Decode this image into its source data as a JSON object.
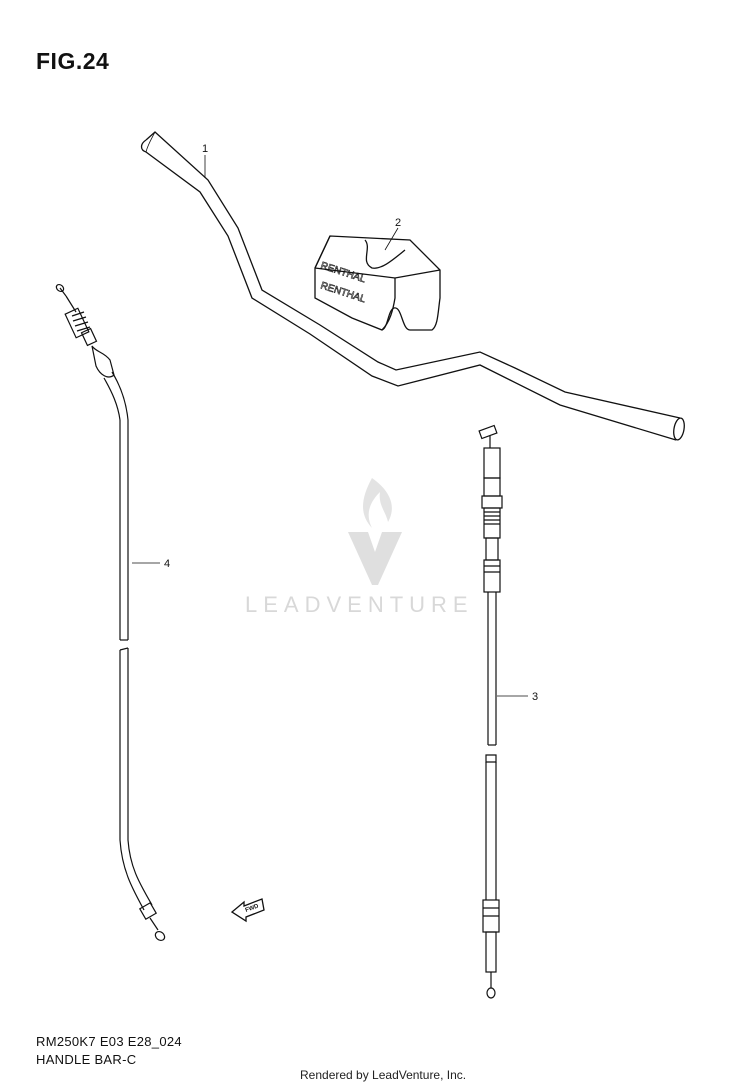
{
  "figure": {
    "title": "FIG.24"
  },
  "parts": [
    {
      "ref": "1"
    },
    {
      "ref": "2",
      "pad_text": "RENTHAL"
    },
    {
      "ref": "3"
    },
    {
      "ref": "4"
    }
  ],
  "fwd_arrow": {
    "label": "FWD"
  },
  "watermark": {
    "text": "LEADVENTURE"
  },
  "footer": {
    "model_code": "RM250K7 E03 E28_024",
    "section_name": "HANDLE BAR-C",
    "rendered_by": "Rendered by LeadVenture, Inc."
  },
  "colors": {
    "line": "#111111",
    "watermark": "#d8d8d8",
    "background": "#ffffff"
  }
}
